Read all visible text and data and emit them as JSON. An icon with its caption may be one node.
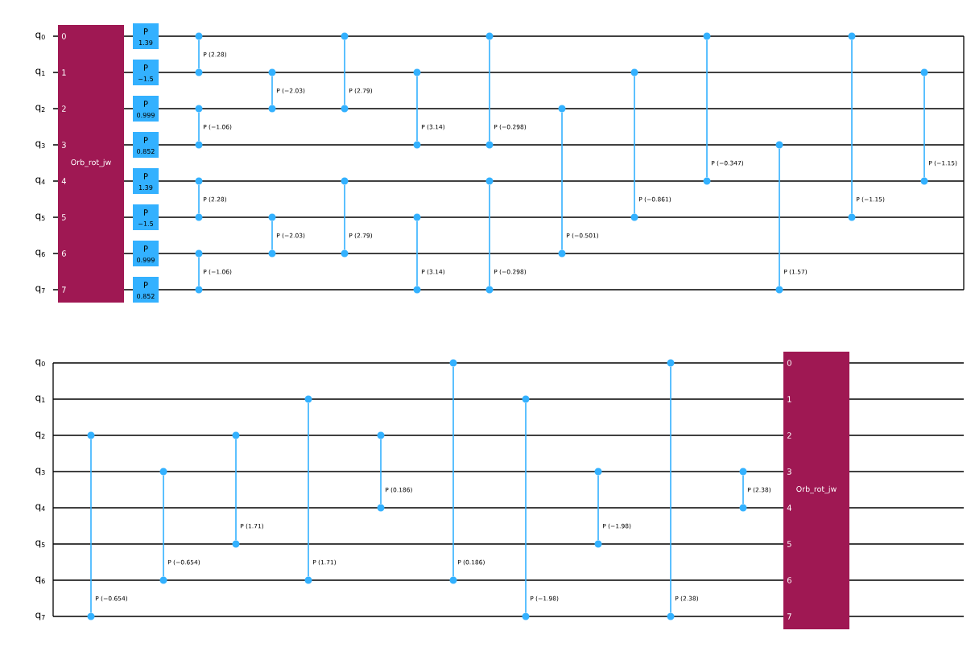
{
  "diagram": {
    "nodes": [
      {
        "text": [
          "0",
          "1",
          "2",
          "3",
          "Orb_rot_jw",
          "4",
          "5",
          "6",
          "7"
        ]
      },
      {
        "text": [
          "P",
          "1.39"
        ]
      },
      {
        "text": [
          "P",
          "−1.5"
        ]
      },
      {
        "text": [
          "P",
          "0.999"
        ]
      },
      {
        "text": [
          "P",
          "0.852"
        ]
      },
      {
        "text": [
          "P",
          "1.39"
        ]
      },
      {
        "text": [
          "P",
          "−1.5"
        ]
      },
      {
        "text": [
          "P",
          "0.999"
        ]
      },
      {
        "text": [
          "P",
          "0.852"
        ]
      },
      {
        "text": [],
        "shape": "circle"
      },
      {
        "text": [],
        "shape": "circle"
      },
      {
        "text": [],
        "shape": "circle"
      },
      {
        "text": [],
        "shape": "circle"
      },
      {
        "text": [],
        "shape": "circle"
      },
      {
        "text": [],
        "shape": "circle"
      },
      {
        "text": [],
        "shape": "circle"
      },
      {
        "text": [],
        "shape": "circle"
      },
      {
        "text": [],
        "shape": "circle"
      },
      {
        "text": [],
        "shape": "circle"
      },
      {
        "text": [],
        "shape": "circle"
      },
      {
        "text": [],
        "shape": "circle"
      },
      {
        "text": [],
        "shape": "circle"
      },
      {
        "text": [],
        "shape": "circle"
      },
      {
        "text": [],
        "shape": "circle"
      },
      {
        "text": [],
        "shape": "circle"
      },
      {
        "text": [],
        "shape": "circle"
      },
      {
        "text": [],
        "shape": "circle"
      },
      {
        "text": [],
        "shape": "circle"
      },
      {
        "text": [],
        "shape": "circle"
      },
      {
        "text": [],
        "shape": "circle"
      },
      {
        "text": [],
        "shape": "circle"
      },
      {
        "text": [],
        "shape": "circle"
      },
      {
        "text": [],
        "shape": "circle"
      },
      {
        "text": [],
        "shape": "circle"
      },
      {
        "text": [],
        "shape": "circle"
      },
      {
        "text": [],
        "shape": "circle"
      },
      {
        "text": [],
        "shape": "circle"
      },
      {
        "text": [],
        "shape": "circle"
      },
      {
        "text": [],
        "shape": "circle"
      },
      {
        "text": [],
        "shape": "circle"
      },
      {
        "text": [],
        "shape": "circle"
      },
      {
        "text": [],
        "shape": "circle"
      },
      {
        "text": [],
        "shape": "circle"
      },
      {
        "text": [],
        "shape": "circle"
      },
      {
        "text": [],
        "shape": "circle"
      },
      {
        "text": [],
        "shape": "circle"
      },
      {
        "text": [],
        "shape": "circle"
      },
      {
        "text": [],
        "shape": "circle"
      },
      {
        "text": [],
        "shape": "circle"
      },
      {
        "text": [],
        "shape": "circle"
      },
      {
        "text": [],
        "shape": "circle"
      },
      {
        "text": [],
        "shape": "circle"
      },
      {
        "text": [],
        "shape": "circle"
      },
      {
        "text": [],
        "shape": "circle"
      },
      {
        "text": [],
        "shape": "circle"
      },
      {
        "text": [],
        "shape": "circle"
      },
      {
        "text": [],
        "shape": "circle"
      },
      {
        "text": [],
        "shape": "circle"
      },
      {
        "text": [],
        "shape": "circle"
      },
      {
        "text": [],
        "shape": "circle"
      },
      {
        "text": [],
        "shape": "circle"
      },
      {
        "text": [],
        "shape": "circle"
      },
      {
        "text": [],
        "shape": "circle"
      },
      {
        "text": [],
        "shape": "circle"
      },
      {
        "text": [],
        "shape": "circle"
      },
      {
        "text": [
          "0",
          "1",
          "2",
          "3",
          "Orb_rot_jw",
          "4",
          "5",
          "6",
          "7"
        ]
      }
    ],
    "edges": [
      {
        "from": 9,
        "to": 10,
        "arrow": "none",
        "label": "P (2.28)"
      },
      {
        "from": 11,
        "to": 12,
        "arrow": "none",
        "label": "P (−1.06)"
      },
      {
        "from": 13,
        "to": 14,
        "arrow": "none",
        "label": "P (2.28)"
      },
      {
        "from": 15,
        "to": 16,
        "arrow": "none",
        "label": "P (−1.06)"
      },
      {
        "from": 17,
        "to": 18,
        "arrow": "none",
        "label": "P (−2.03)"
      },
      {
        "from": 19,
        "to": 20,
        "arrow": "none",
        "label": "P (−2.03)"
      },
      {
        "from": 21,
        "to": 22,
        "arrow": "none",
        "label": "P (2.79)"
      },
      {
        "from": 23,
        "to": 24,
        "arrow": "none",
        "label": "P (2.79)"
      },
      {
        "from": 25,
        "to": 26,
        "arrow": "none",
        "label": "P (3.14)"
      },
      {
        "from": 27,
        "to": 28,
        "arrow": "none",
        "label": "P (3.14)"
      },
      {
        "from": 29,
        "to": 30,
        "arrow": "none",
        "label": "P (−0.298)"
      },
      {
        "from": 31,
        "to": 32,
        "arrow": "none",
        "label": "P (−0.298)"
      },
      {
        "from": 33,
        "to": 34,
        "arrow": "none",
        "label": "P (−0.501)"
      },
      {
        "from": 35,
        "to": 36,
        "arrow": "none",
        "label": "P (−0.861)"
      },
      {
        "from": 37,
        "to": 38,
        "arrow": "none",
        "label": "P (−0.347)"
      },
      {
        "from": 39,
        "to": 40,
        "arrow": "none",
        "label": "P (1.57)"
      },
      {
        "from": 41,
        "to": 42,
        "arrow": "none",
        "label": "P (−1.15)"
      },
      {
        "from": 43,
        "to": 44,
        "arrow": "none",
        "label": "P (−1.15)"
      },
      {
        "from": 45,
        "to": 46,
        "arrow": "none",
        "label": "P (−0.654)"
      },
      {
        "from": 47,
        "to": 48,
        "arrow": "none",
        "label": "P (−0.654)"
      },
      {
        "from": 49,
        "to": 50,
        "arrow": "none",
        "label": "P (1.71)"
      },
      {
        "from": 51,
        "to": 52,
        "arrow": "none",
        "label": "P (1.71)"
      },
      {
        "from": 53,
        "to": 54,
        "arrow": "none",
        "label": "P (0.186)"
      },
      {
        "from": 55,
        "to": 56,
        "arrow": "none",
        "label": "P (0.186)"
      },
      {
        "from": 57,
        "to": 58,
        "arrow": "none",
        "label": "P (−1.98)"
      },
      {
        "from": 59,
        "to": 60,
        "arrow": "none",
        "label": "P (−1.98)"
      },
      {
        "from": 61,
        "to": 62,
        "arrow": "none",
        "label": "P (2.38)"
      },
      {
        "from": 63,
        "to": 64,
        "arrow": "none",
        "label": "P (2.38)"
      }
    ],
    "labels": [
      "q$_{0}$",
      "q$_{1}$",
      "q$_{2}$",
      "q$_{3}$",
      "q$_{4}$",
      "q$_{5}$",
      "q$_{6}$",
      "q$_{7}$",
      "q$_{0}$",
      "q$_{1}$",
      "q$_{2}$",
      "q$_{3}$",
      "q$_{4}$",
      "q$_{5}$",
      "q$_{6}$",
      "q$_{7}$"
    ]
  }
}
